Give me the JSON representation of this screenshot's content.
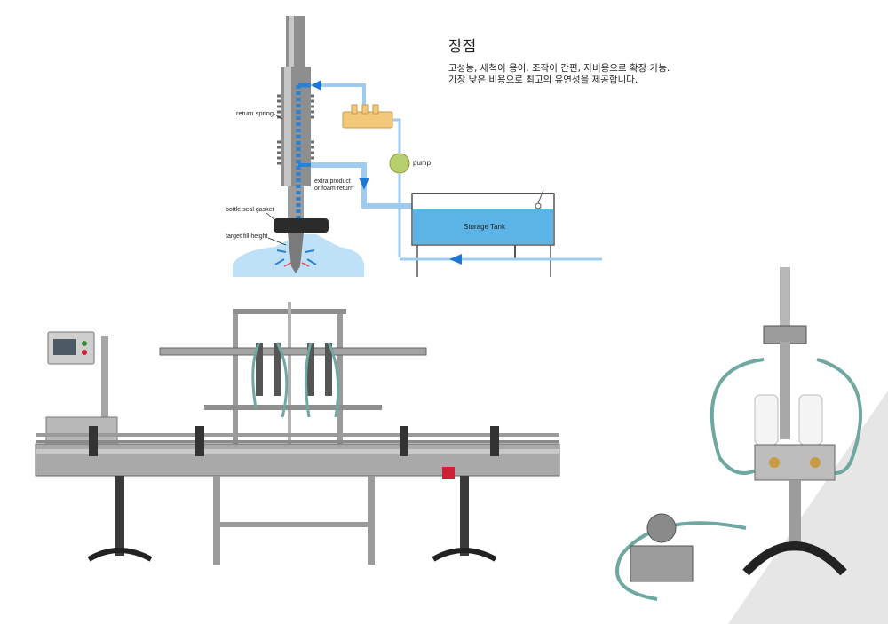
{
  "benefits": {
    "title": "장점",
    "line1": "고성능, 세척이 용이, 조작이 간편, 저비용으로 확장 가능.",
    "line2": "가장 낮은 비용으로 최고의 유연성을 제공합니다."
  },
  "diagram": {
    "labels": {
      "return_spring": "return spring",
      "extra_product_1": "extra product",
      "extra_product_2": "or foam return",
      "bottle_seal": "bottle seal gasket",
      "target_fill": "target fill height",
      "pump": "pump",
      "storage_tank": "Storage Tank"
    },
    "colors": {
      "liquid": "#5cb4e6",
      "arrow": "#1e78d2",
      "manifold": "#f2c97a",
      "pump": "#b9cf6f",
      "steel": "#9a9a9a"
    }
  },
  "photos": {
    "left_machine": "automatic-inline-filling-machine",
    "right_machine": "semi-auto-pneumatic-filler"
  }
}
